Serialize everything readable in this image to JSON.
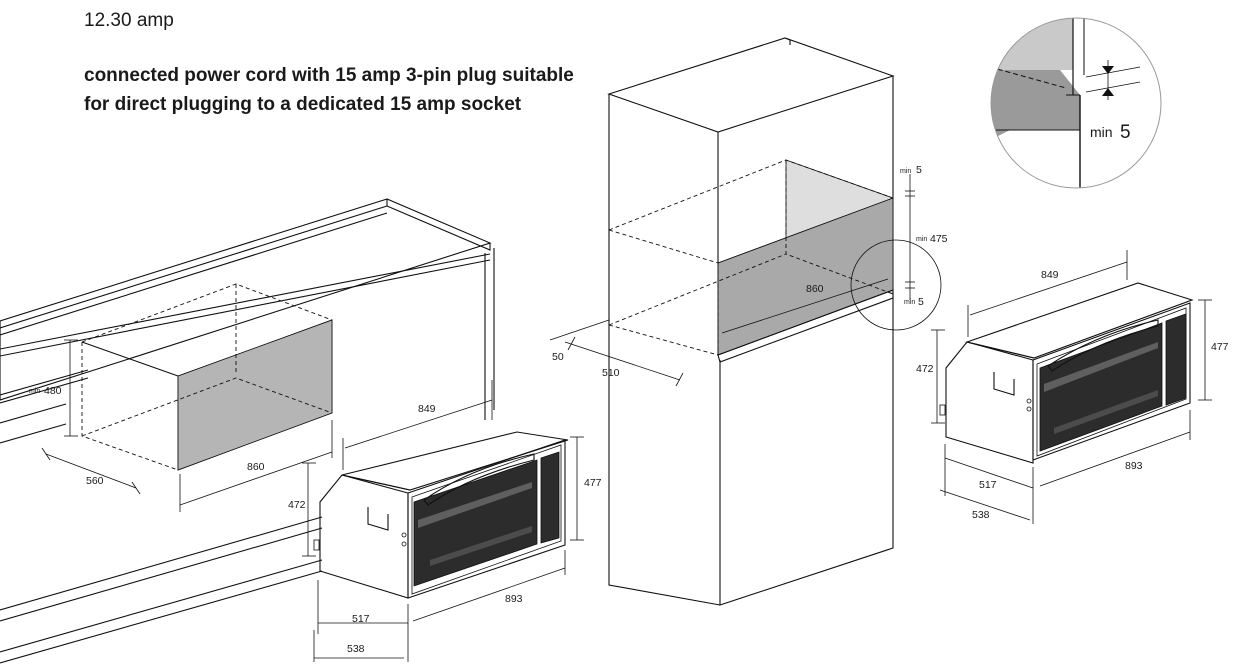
{
  "spec": {
    "amp": "12.30 amp",
    "cord": "connected power cord with 15 amp 3-pin plug suitable for direct plugging to a dedicated 15 amp socket"
  },
  "dimensions": {
    "under_counter": {
      "height_prefix": "min",
      "height": "480",
      "depth": "560",
      "width": "860"
    },
    "oven_front": {
      "top_width": "849",
      "height": "477",
      "side_height": "472",
      "bottom_width": "893",
      "depth": "517",
      "depth_total": "538"
    },
    "tall_unit": {
      "gap_top_prefix": "min",
      "gap_top": "5",
      "height_prefix": "min",
      "height": "475",
      "gap_bottom_prefix": "min",
      "gap_bottom": "5",
      "width": "860",
      "depth": "510",
      "offset": "50"
    },
    "detail": {
      "prefix": "min",
      "value": "5"
    },
    "oven_right": {
      "top_width": "849",
      "height": "477",
      "side_height": "472",
      "bottom_width": "893",
      "depth": "517",
      "depth_total": "538"
    }
  }
}
